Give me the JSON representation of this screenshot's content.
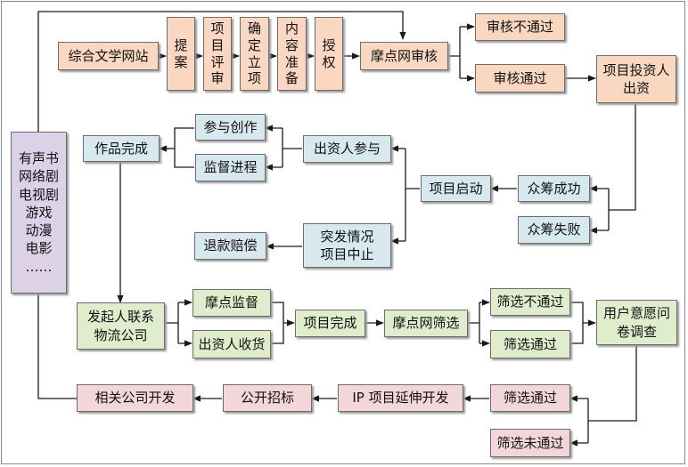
{
  "nodes": {
    "website": "综合文学网站",
    "proposal": "提案",
    "project_review": "项目评审",
    "establish": "确定立项",
    "content_prep": "内容准备",
    "authorize": "授权",
    "mdw_review": "摩点网审核",
    "review_fail": "审核不通过",
    "review_pass": "审核通过",
    "investor_fund": "项目投资人\n出资",
    "work_done": "作品完成",
    "join_creation": "参与创作",
    "supervise_progress": "监督进程",
    "investor_join": "出资人参与",
    "project_start": "项目启动",
    "crowd_success": "众筹成功",
    "crowd_fail": "众筹失败",
    "emergency": "突发情况\n项目中止",
    "refund": "退款赔偿",
    "initiator_logistics": "发起人联系\n物流公司",
    "mdw_supervise": "摩点监督",
    "investor_receive": "出资人收货",
    "project_done": "项目完成",
    "mdw_screen": "摩点网筛选",
    "screen_fail": "筛选不通过",
    "screen_pass": "筛选通过",
    "survey": "用户意愿问\n卷调查",
    "related_dev": "相关公司开发",
    "public_bid": "公开招标",
    "ip_extend": "IP 项目延伸开发",
    "screen_pass_2": "筛选通过",
    "screen_notpass_2": "筛选未通过",
    "media_list": "有声书\n网络剧\n电视剧\n游戏\n动漫\n电影\n……"
  },
  "colors": {
    "peach": "#f9d7c0",
    "blue": "#d7e8ef",
    "green": "#dfedcd",
    "pink": "#f2d6d9",
    "purple": "#ddd1e8",
    "line": "#1a1a1a"
  }
}
